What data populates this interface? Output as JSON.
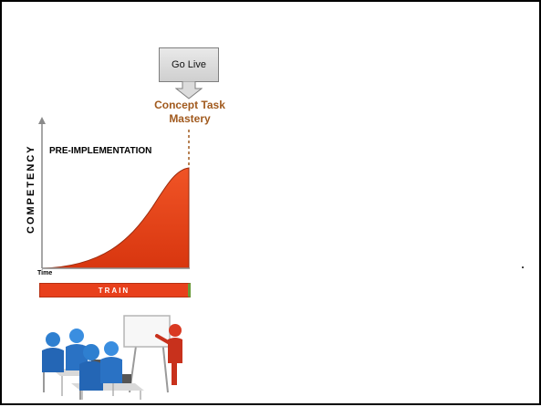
{
  "callout": {
    "label": "Go Live"
  },
  "mastery": {
    "line1": "Concept Task",
    "line2": "Mastery"
  },
  "chart": {
    "ylabel": "COMPETENCY",
    "phase_label": "PRE-IMPLEMENTATION",
    "xlabel": "Time",
    "train_label": "TRAIN"
  },
  "colors": {
    "curve_fill": "#e8401c",
    "mastery_text": "#a15a1e",
    "dashed_line": "#a15a1e",
    "train_end": "#6a9b3a"
  },
  "icons": {
    "illustration": "classroom-training-illustration-icon"
  }
}
